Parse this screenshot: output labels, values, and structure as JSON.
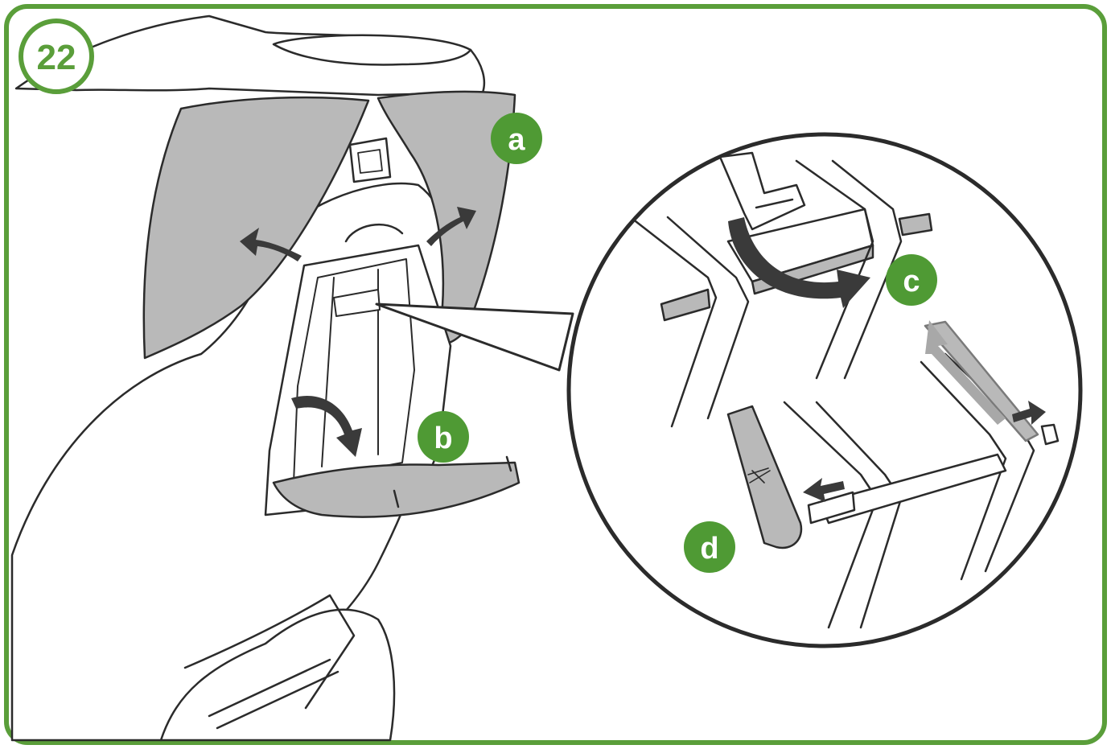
{
  "step": {
    "number": "22"
  },
  "callouts": [
    {
      "id": "a",
      "label": "a"
    },
    {
      "id": "b",
      "label": "b"
    },
    {
      "id": "c",
      "label": "c"
    },
    {
      "id": "d",
      "label": "d"
    }
  ],
  "colors": {
    "frame": "#5a9e3a",
    "badge": "#4f9a34",
    "badge_text": "#ffffff",
    "line": "#2b2b2b",
    "fabric": "#b9b9b9",
    "arrow": "#3a3a3a"
  }
}
